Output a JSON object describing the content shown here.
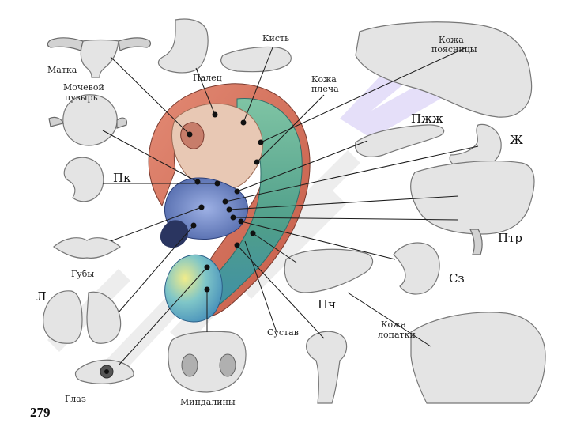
{
  "page_number": "279",
  "watermark_text": "",
  "labels": {
    "matka": "Матка",
    "palets": "Палец",
    "kist": "Кисть",
    "kozha_poyasnitsy_1": "Кожа",
    "kozha_poyasnitsy_2": "поясницы",
    "mochevoy_1": "Мочевой",
    "mochevoy_2": "пузырь",
    "kozha_plecha_1": "Кожа",
    "kozha_plecha_2": "плеча",
    "pzh": "Пжж",
    "zh": "Ж",
    "pk": "Пк",
    "ptr": "Птр",
    "guby": "Губы",
    "sz": "Сз",
    "l": "Л",
    "pch": "Пч",
    "sustav": "Сустав",
    "kozha_lopatki_1": "Кожа",
    "kozha_lopatki_2": "лопатки",
    "glaz": "Глаз",
    "mindaliny": "Миндалины"
  },
  "colors": {
    "helix_red": "#d7705c",
    "concha_blue": "#6f86c4",
    "antihelix_green": "#5fae8e",
    "lobe_yellow": "#e8e26a",
    "watermark": "#b9a6ee"
  }
}
